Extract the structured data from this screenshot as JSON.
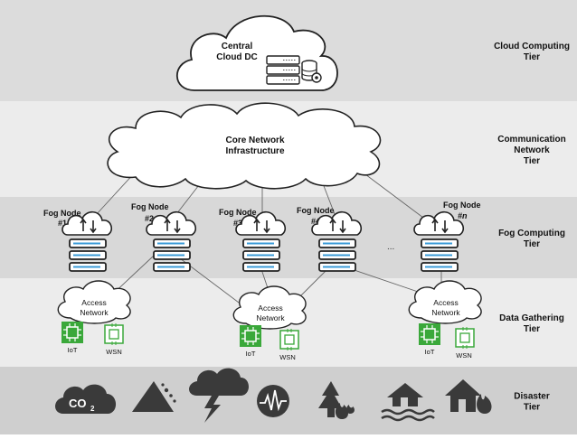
{
  "tiers": [
    {
      "label_lines": [
        "Cloud Computing",
        "Tier"
      ],
      "color": "#dcdcdc"
    },
    {
      "label_lines": [
        "Communication",
        "Network",
        "Tier"
      ],
      "color": "#ececec"
    },
    {
      "label_lines": [
        "Fog Computing",
        "Tier"
      ],
      "color": "#d8d8d8"
    },
    {
      "label_lines": [
        "Data Gathering",
        "Tier"
      ],
      "color": "#ececec"
    },
    {
      "label_lines": [
        "Disaster",
        "Tier"
      ],
      "color": "#cfcfcf"
    }
  ],
  "cloud": {
    "label_lines": [
      "Central",
      "Cloud DC"
    ]
  },
  "core": {
    "label_lines": [
      "Core Network",
      "Infrastructure"
    ]
  },
  "fog_nodes": [
    {
      "label_lines": [
        "Fog Node",
        "#1"
      ]
    },
    {
      "label_lines": [
        "Fog Node",
        "#2"
      ]
    },
    {
      "label_lines": [
        "Fog Node",
        "#3"
      ]
    },
    {
      "label_lines": [
        "Fog Node",
        "#4"
      ]
    },
    {
      "label_lines": [
        "Fog Node",
        "#n"
      ]
    }
  ],
  "ellipsis": "...",
  "access_networks": [
    {
      "label_lines": [
        "Access",
        "Network"
      ]
    },
    {
      "label_lines": [
        "Access",
        "Network"
      ]
    },
    {
      "label_lines": [
        "Access",
        "Network"
      ]
    }
  ],
  "device_labels": {
    "iot": "IoT",
    "wsn": "WSN"
  },
  "co2_text": "CO",
  "co2_sub": "2",
  "colors": {
    "server_blue": "#3a9bd8",
    "iot_green": "#3aa83a",
    "icon_dark": "#3a3a3a"
  }
}
